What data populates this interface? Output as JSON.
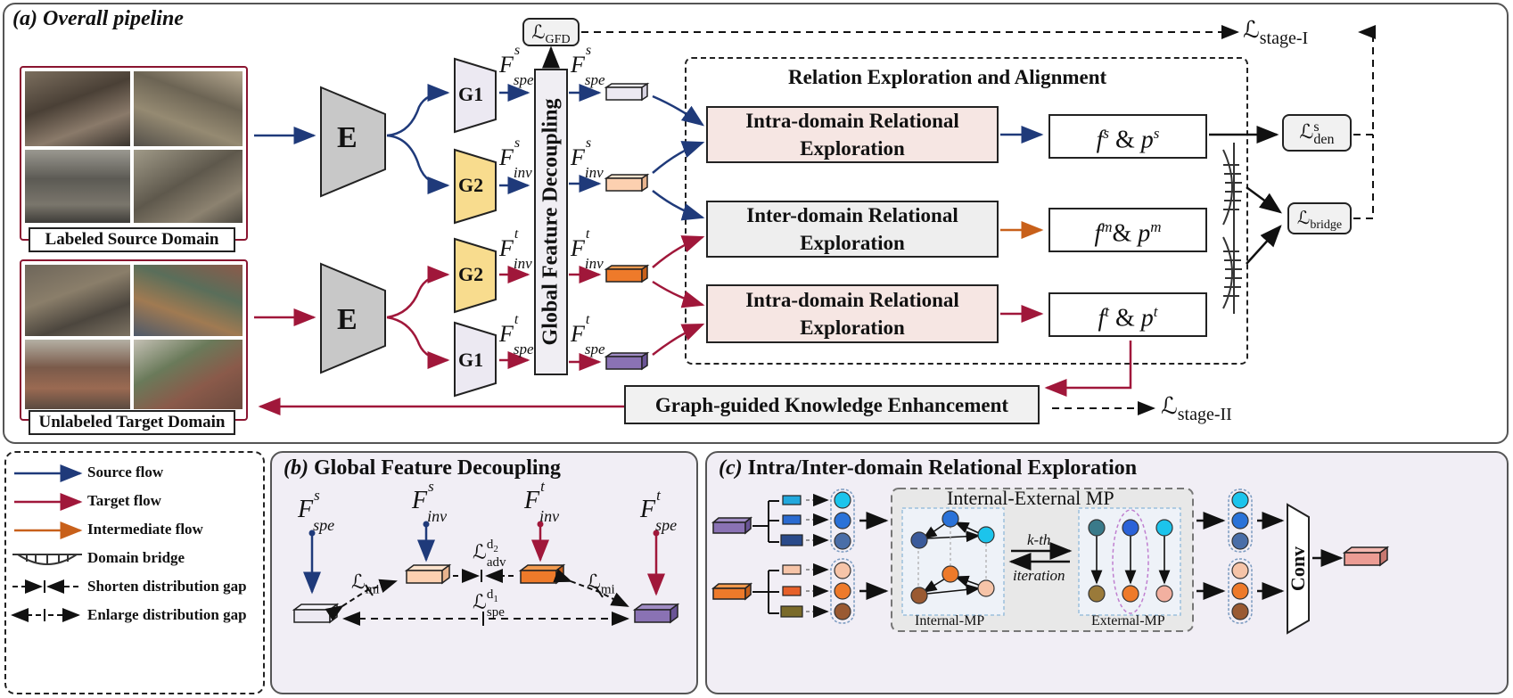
{
  "panel_a": {
    "title_tag": "(a)",
    "title": "Overall pipeline",
    "labeled_source_domain": "Labeled Source Domain",
    "unlabeled_target_domain": "Unlabeled Target Domain",
    "encoder": "E",
    "generator_1": "G1",
    "generator_2": "G2",
    "gfd_label": "Global Feature Decoupling",
    "loss_gfd": "GFD",
    "loss_stage1": "stage-I",
    "loss_stage2": "stage-II",
    "loss_den_sup": "s",
    "loss_den_sub": "den",
    "loss_bridge": "bridge",
    "region_title": "Relation Exploration and Alignment",
    "intra_src_line1": "Intra-domain Relational",
    "intra_src_line2": "Exploration",
    "inter_line1": "Inter-domain Relational",
    "inter_line2": "Exploration",
    "intra_tgt_line1": "Intra-domain Relational",
    "intra_tgt_line2": "Exploration",
    "gke": "Graph-guided Knowledge Enhancement",
    "f_sym": "F",
    "spe": "spe",
    "inv": "inv",
    "sup_s": "s",
    "sup_t": "t",
    "out_s_f": "f",
    "out_s_sup": "s",
    "out_amp": "&",
    "out_s_p": "p",
    "out_m_sup": "m",
    "out_t_sup": "t"
  },
  "legend": {
    "source_flow": "Source flow",
    "target_flow": "Target flow",
    "intermediate_flow": "Intermediate flow",
    "domain_bridge": "Domain bridge",
    "shorten": "Shorten distribution gap",
    "enlarge": "Enlarge distribution gap"
  },
  "panel_b": {
    "title_tag": "(b)",
    "title": "Global Feature Decoupling",
    "loss_mi": "mi",
    "loss_adv_sub": "adv",
    "loss_adv_sup": "d",
    "loss_adv_sup_idx": "2",
    "loss_spe_sub": "spe",
    "loss_spe_sup": "d",
    "loss_spe_sup_idx": "1"
  },
  "panel_c": {
    "title_tag": "(c)",
    "title": "Intra/Inter-domain Relational Exploration",
    "mp_title": "Internal-External MP",
    "kth": "k-th",
    "iteration": "iteration",
    "internal_mp": "Internal-MP",
    "external_mp": "External-MP",
    "conv": "Conv"
  },
  "colors": {
    "source": "#1f3a7a",
    "target": "#a0173a",
    "intermediate": "#c8601a",
    "g1": "#ece9f2",
    "g2": "#f8dc8e",
    "encoder": "#c8c8c8",
    "intra_box": "#f6e6e3",
    "inter_box": "#eeeeee",
    "panel_bg": "#f1eef5"
  }
}
